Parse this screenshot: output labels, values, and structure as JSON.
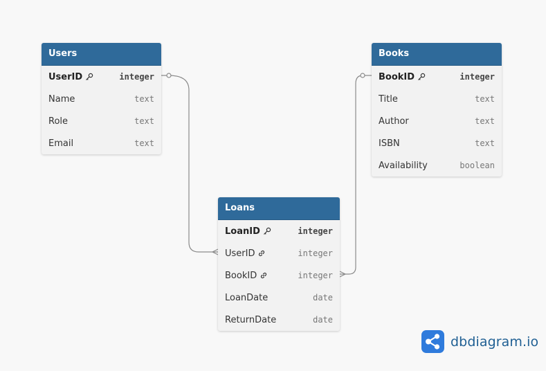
{
  "tables": [
    {
      "id": "users",
      "name": "Users",
      "columns": [
        {
          "name": "UserID",
          "type": "integer",
          "pk": true,
          "fk": false
        },
        {
          "name": "Name",
          "type": "text",
          "pk": false,
          "fk": false
        },
        {
          "name": "Role",
          "type": "text",
          "pk": false,
          "fk": false
        },
        {
          "name": "Email",
          "type": "text",
          "pk": false,
          "fk": false
        }
      ]
    },
    {
      "id": "books",
      "name": "Books",
      "columns": [
        {
          "name": "BookID",
          "type": "integer",
          "pk": true,
          "fk": false
        },
        {
          "name": "Title",
          "type": "text",
          "pk": false,
          "fk": false
        },
        {
          "name": "Author",
          "type": "text",
          "pk": false,
          "fk": false
        },
        {
          "name": "ISBN",
          "type": "text",
          "pk": false,
          "fk": false
        },
        {
          "name": "Availability",
          "type": "boolean",
          "pk": false,
          "fk": false
        }
      ]
    },
    {
      "id": "loans",
      "name": "Loans",
      "columns": [
        {
          "name": "LoanID",
          "type": "integer",
          "pk": true,
          "fk": false
        },
        {
          "name": "UserID",
          "type": "integer",
          "pk": false,
          "fk": true
        },
        {
          "name": "BookID",
          "type": "integer",
          "pk": false,
          "fk": true
        },
        {
          "name": "LoanDate",
          "type": "date",
          "pk": false,
          "fk": false
        },
        {
          "name": "ReturnDate",
          "type": "date",
          "pk": false,
          "fk": false
        }
      ]
    }
  ],
  "relationships": [
    {
      "from": "users.UserID",
      "to": "loans.UserID",
      "type": "one-to-many"
    },
    {
      "from": "books.BookID",
      "to": "loans.BookID",
      "type": "one-to-many"
    }
  ],
  "branding": {
    "text": "dbdiagram.io",
    "logo_icon": "share-nodes-icon",
    "logo_color": "#2f7bdc"
  },
  "colors": {
    "header": "#2f6a9a",
    "body": "#f2f2f2",
    "connector": "#8a8a8a"
  }
}
